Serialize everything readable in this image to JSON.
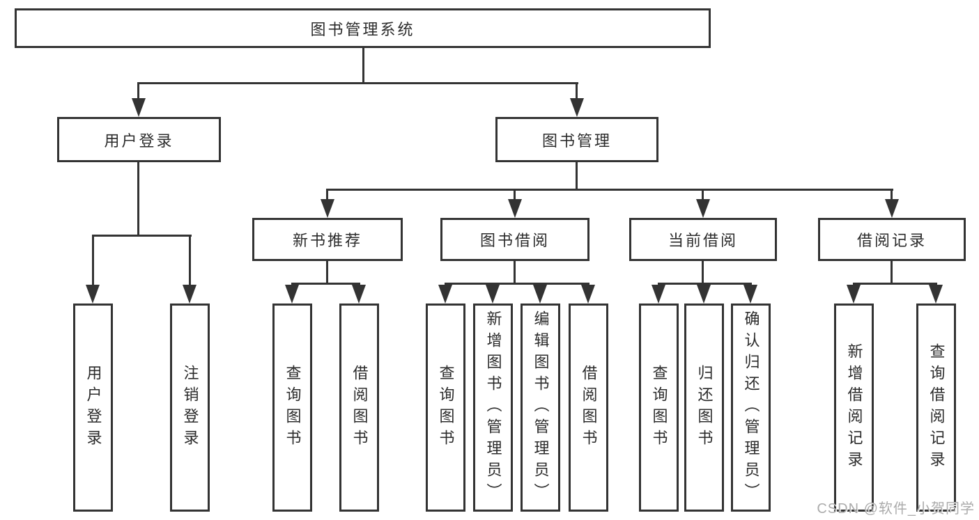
{
  "diagram": {
    "root": {
      "label": "图书管理系统"
    },
    "level2": {
      "user_login": {
        "label": "用户登录"
      },
      "book_management": {
        "label": "图书管理"
      }
    },
    "level3": {
      "new_book_recommendation": {
        "label": "新书推荐"
      },
      "book_borrowing": {
        "label": "图书借阅"
      },
      "current_borrowing": {
        "label": "当前借阅"
      },
      "borrowing_records": {
        "label": "借阅记录"
      }
    },
    "leaves": {
      "user_login_group": [
        {
          "label": "用户登录"
        },
        {
          "label": "注销登录"
        }
      ],
      "new_book_group": [
        {
          "label": "查询图书"
        },
        {
          "label": "借阅图书"
        }
      ],
      "book_borrowing_group": [
        {
          "label": "查询图书"
        },
        {
          "label": "新增图书（管理员）"
        },
        {
          "label": "编辑图书（管理员）"
        },
        {
          "label": "借阅图书"
        }
      ],
      "current_borrowing_group": [
        {
          "label": "查询图书"
        },
        {
          "label": "归还图书"
        },
        {
          "label": "确认归还（管理员）"
        }
      ],
      "records_group": [
        {
          "label": "新增借阅记录"
        },
        {
          "label": "查询借阅记录"
        }
      ]
    }
  },
  "watermark": {
    "text": "CSDN @软件_小贺同学"
  },
  "colors": {
    "line": "#333333",
    "box_border": "#333333",
    "text": "#2b2b2b",
    "watermark": "#ababab",
    "background": "#ffffff"
  }
}
